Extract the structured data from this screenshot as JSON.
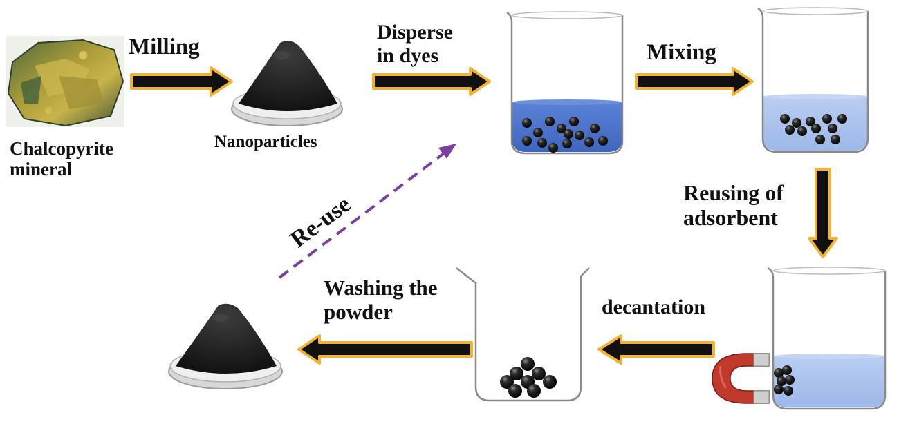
{
  "labels": {
    "mineral": "Chalcopyrite\nmineral",
    "milling": "Milling",
    "nanoparticles": "Nanoparticles",
    "disperse": "Disperse\nin dyes",
    "mixing": "Mixing",
    "reusing": "Reusing of\nadsorbent",
    "decantation": "decantation",
    "washing": "Washing the\npowder",
    "reuse": "Re-use"
  },
  "colors": {
    "arrow_fill": "#111111",
    "arrow_outline": "#f2b233",
    "dashed_arrow": "#7b3fa0",
    "dye_dark": "#4a72c8",
    "dye_light": "#a8c1ec",
    "particle": "#151515",
    "magnet_red": "#c0392b",
    "magnet_silver": "#c8c8c8",
    "mineral_gold": "#b5a23a",
    "mineral_green": "#3f5a3a"
  },
  "icons": {
    "mineral": "chalcopyrite-rock-icon",
    "powder": "nanoparticle-powder-dish-icon",
    "beaker": "beaker-icon",
    "magnet": "horseshoe-magnet-icon"
  }
}
